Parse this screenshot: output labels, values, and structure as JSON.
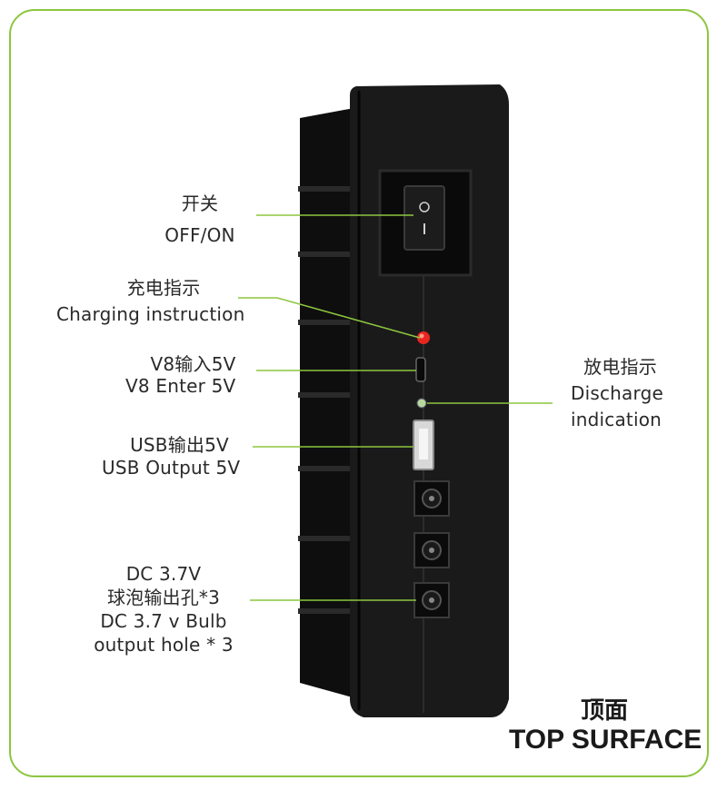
{
  "labels": {
    "switch": {
      "zh": "开关",
      "en": "OFF/ON"
    },
    "charging": {
      "zh": "充电指示",
      "en": "Charging instruction"
    },
    "input": {
      "zh": "V8输入5V",
      "en": "V8 Enter 5V"
    },
    "usb": {
      "zh": "USB输出5V",
      "en": "USB Output 5V"
    },
    "dc": {
      "line1": "DC 3.7V",
      "line2": "球泡输出孔*3",
      "line3": "DC 3.7 v Bulb",
      "line4": "output hole * 3"
    },
    "discharge": {
      "zh": "放电指示",
      "en1": "Discharge",
      "en2": "indication"
    }
  },
  "title": {
    "zh": "顶面",
    "en": "TOP SURFACE"
  },
  "colors": {
    "frame": "#8cc63f",
    "leader": "#8cc63f",
    "device": "#161616",
    "charging_led": "#e8261f",
    "discharge_led": "#b8d8a0"
  },
  "icons": {
    "switch_on_mark": "O",
    "switch_off_mark": "I"
  }
}
